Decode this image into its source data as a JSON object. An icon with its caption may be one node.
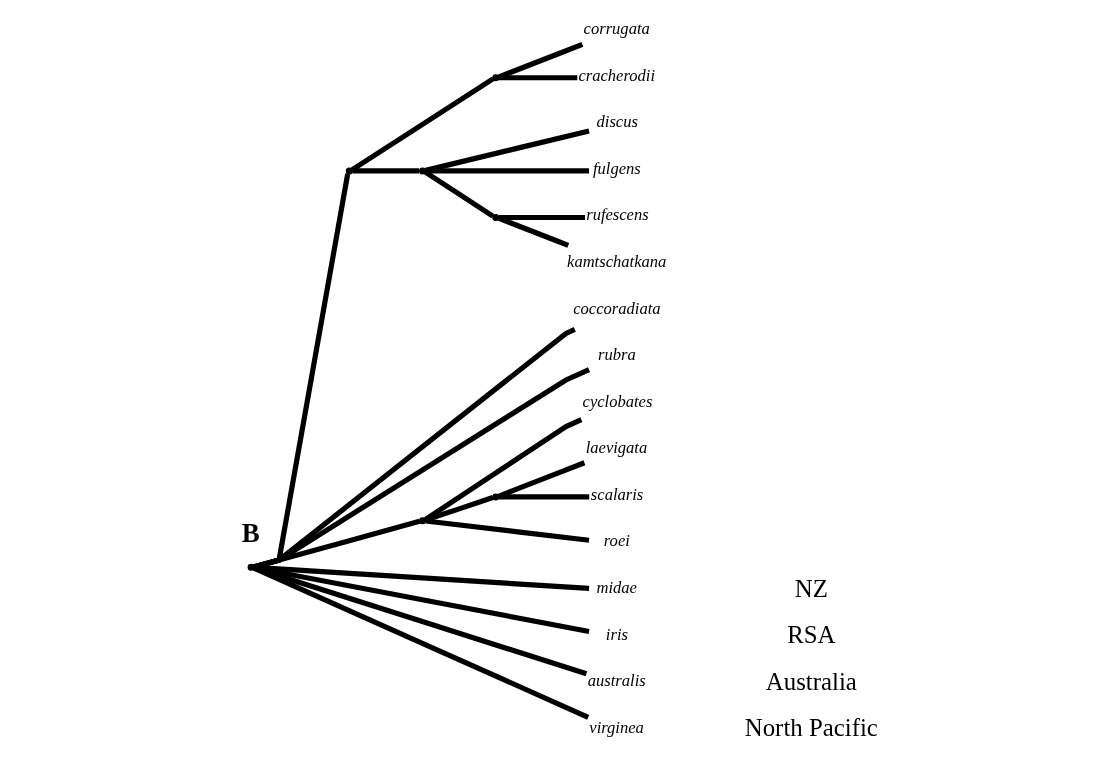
{
  "diagram": {
    "nodes": [
      {
        "text": [],
        "shape": "point"
      },
      {
        "text": [],
        "shape": "point"
      },
      {
        "text": [],
        "shape": "point"
      },
      {
        "text": [
          "corrugata"
        ]
      },
      {
        "text": [
          "cracherodii"
        ]
      },
      {
        "text": [],
        "shape": "point"
      },
      {
        "text": [
          "discus"
        ]
      },
      {
        "text": [
          "fulgens"
        ]
      },
      {
        "text": [],
        "shape": "point"
      },
      {
        "text": [
          "rufescens"
        ]
      },
      {
        "text": [
          "kamtschatkana"
        ]
      },
      {
        "text": [
          "coccoradiata"
        ]
      },
      {
        "text": [
          "rubra"
        ]
      },
      {
        "text": [],
        "shape": "point"
      },
      {
        "text": [
          "cyclobates"
        ]
      },
      {
        "text": [],
        "shape": "point"
      },
      {
        "text": [
          "laevigata"
        ]
      },
      {
        "text": [
          "scalaris"
        ]
      },
      {
        "text": [
          "roei"
        ]
      },
      {
        "text": [
          "midae"
        ]
      },
      {
        "text": [
          "iris"
        ]
      },
      {
        "text": [
          "australis"
        ]
      },
      {
        "text": [
          "virginea"
        ]
      }
    ],
    "edges": [
      {
        "from": 0,
        "to": 1,
        "arrow": "none"
      },
      {
        "from": 1,
        "to": 2,
        "arrow": "none"
      },
      {
        "from": 2,
        "to": 3,
        "arrow": "none"
      },
      {
        "from": 2,
        "to": 4,
        "arrow": "none"
      },
      {
        "from": 1,
        "to": 5,
        "arrow": "none"
      },
      {
        "from": 5,
        "to": 6,
        "arrow": "none"
      },
      {
        "from": 5,
        "to": 7,
        "arrow": "none"
      },
      {
        "from": 5,
        "to": 8,
        "arrow": "none"
      },
      {
        "from": 8,
        "to": 9,
        "arrow": "none"
      },
      {
        "from": 8,
        "to": 10,
        "arrow": "none"
      },
      {
        "from": 0,
        "to": 11,
        "arrow": "none"
      },
      {
        "from": 0,
        "to": 12,
        "arrow": "none"
      },
      {
        "from": 0,
        "to": 13,
        "arrow": "none"
      },
      {
        "from": 13,
        "to": 14,
        "arrow": "none"
      },
      {
        "from": 13,
        "to": 15,
        "arrow": "none"
      },
      {
        "from": 15,
        "to": 16,
        "arrow": "none"
      },
      {
        "from": 15,
        "to": 17,
        "arrow": "none"
      },
      {
        "from": 13,
        "to": 18,
        "arrow": "none"
      },
      {
        "from": 0,
        "to": 19,
        "arrow": "none"
      },
      {
        "from": 0,
        "to": 20,
        "arrow": "none"
      },
      {
        "from": 0,
        "to": 21,
        "arrow": "none"
      },
      {
        "from": 0,
        "to": 22,
        "arrow": "none"
      }
    ],
    "labels": [
      "B",
      "North Pacific",
      "Australia",
      "RSA",
      "NZ"
    ]
  }
}
